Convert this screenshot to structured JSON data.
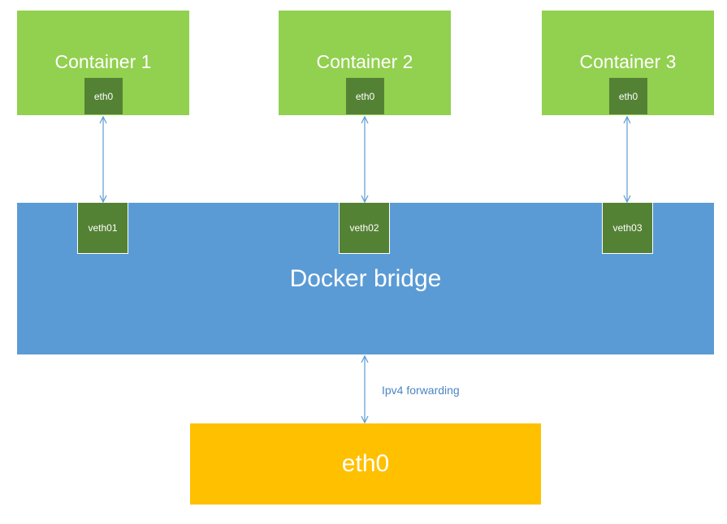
{
  "containers": [
    {
      "title": "Container 1",
      "iface": "eth0",
      "veth": "veth01"
    },
    {
      "title": "Container 2",
      "iface": "eth0",
      "veth": "veth02"
    },
    {
      "title": "Container 3",
      "iface": "eth0",
      "veth": "veth03"
    }
  ],
  "bridge": {
    "title": "Docker bridge"
  },
  "host": {
    "iface": "eth0"
  },
  "forwarding_label": "Ipv4 forwarding",
  "colors": {
    "container": "#92d050",
    "interface": "#548235",
    "bridge": "#5b9bd5",
    "host": "#ffc000",
    "arrow": "#5b9bd5"
  }
}
